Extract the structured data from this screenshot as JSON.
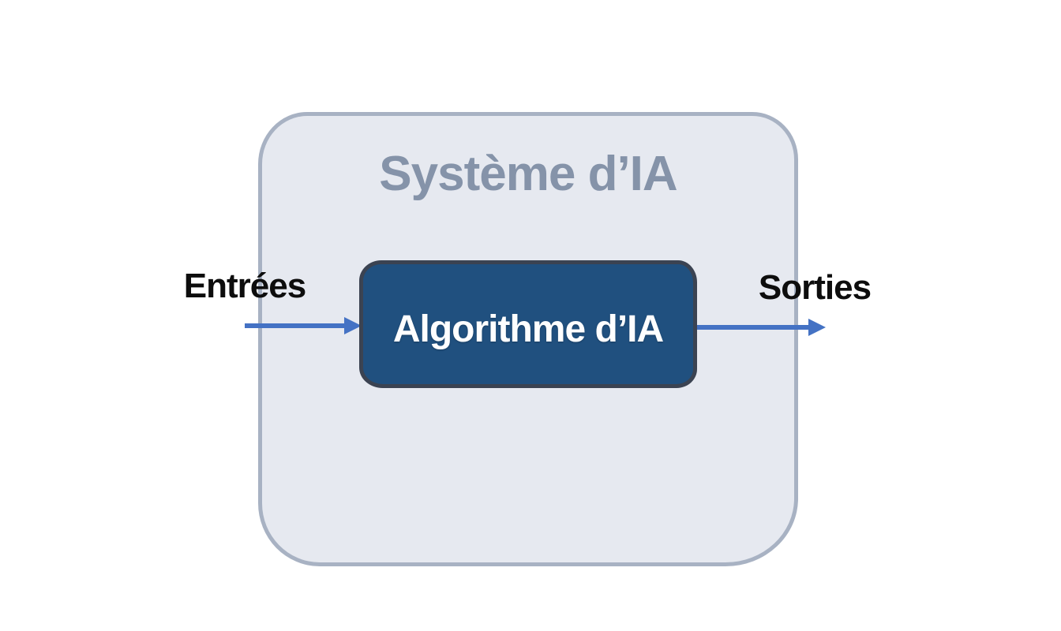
{
  "diagram": {
    "system_title": "Système d’IA",
    "algorithm_label": "Algorithme d’IA",
    "input_label": "Entrées",
    "output_label": "Sorties",
    "colors": {
      "background": "#FFFFFF",
      "outer_fill": "#E6E9F0",
      "outer_border": "#A8B2C3",
      "inner_fill": "#20507F",
      "inner_border": "#3B4352",
      "inner_text": "#FDFEFF",
      "title": "#8593A9",
      "label": "#0D0D0D",
      "arrow": "#4472C4"
    }
  }
}
